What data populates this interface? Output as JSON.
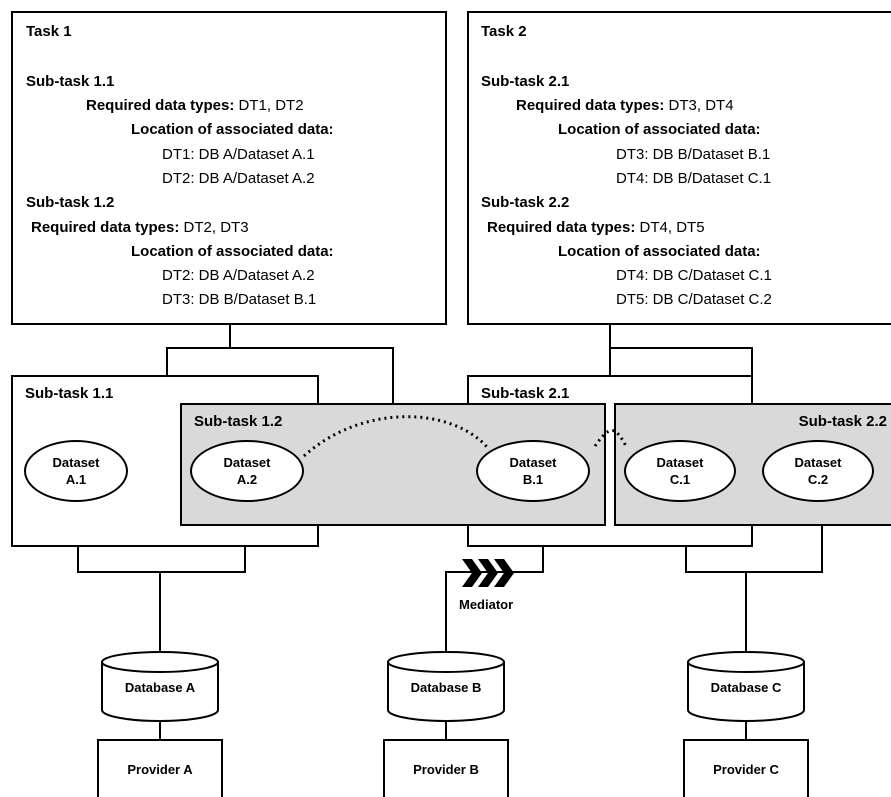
{
  "task1": {
    "title": "Task 1",
    "subtask1": {
      "title": "Sub-task 1.1",
      "req_label": "Required data types:",
      "req_value": " DT1, DT2",
      "loc_label": "Location of associated data:",
      "loc1": "DT1: DB A/Dataset A.1",
      "loc2": "DT2: DB A/Dataset A.2"
    },
    "subtask2": {
      "title": "Sub-task 1.2",
      "req_label": "Required data types:",
      "req_value": " DT2, DT3",
      "loc_label": "Location of associated data:",
      "loc1": "DT2: DB A/Dataset A.2",
      "loc2": "DT3: DB B/Dataset B.1"
    }
  },
  "task2": {
    "title": "Task 2",
    "subtask1": {
      "title": "Sub-task 2.1",
      "req_label": "Required data types:",
      "req_value": " DT3, DT4",
      "loc_label": "Location of associated data:",
      "loc1": "DT3: DB B/Dataset B.1",
      "loc2": "DT4: DB B/Dataset C.1"
    },
    "subtask2": {
      "title": "Sub-task 2.2",
      "req_label": "Required data types:",
      "req_value": " DT4, DT5",
      "loc_label": "Location of associated data:",
      "loc1": "DT4: DB C/Dataset C.1",
      "loc2": "DT5: DB C/Dataset C.2"
    }
  },
  "subtask_boxes": {
    "st11": "Sub-task 1.1",
    "st12": "Sub-task 1.2",
    "st21": "Sub-task 2.1",
    "st22": "Sub-task 2.2"
  },
  "datasets": {
    "a1": [
      "Dataset",
      "A.1"
    ],
    "a2": [
      "Dataset",
      "A.2"
    ],
    "b1": [
      "Dataset",
      "B.1"
    ],
    "c1": [
      "Dataset",
      "C.1"
    ],
    "c2": [
      "Dataset",
      "C.2"
    ]
  },
  "mediator_label": "Mediator",
  "databases": {
    "a": "Database A",
    "b": "Database B",
    "c": "Database C"
  },
  "providers": {
    "a": "Provider A",
    "b": "Provider B",
    "c": "Provider C"
  }
}
